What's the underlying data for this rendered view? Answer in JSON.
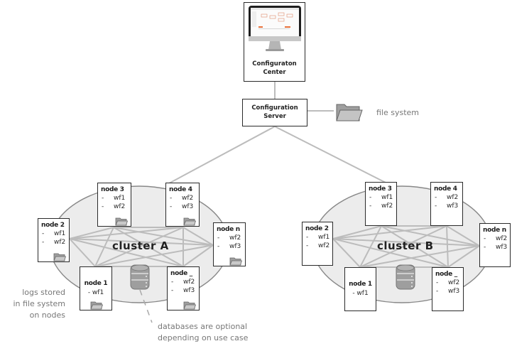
{
  "config_center": {
    "label_line1": "Configuraton",
    "label_line2": "Center",
    "icon": "monitor-icon"
  },
  "config_server": {
    "label_line1": "Configuration",
    "label_line2": "Server"
  },
  "file_system": {
    "label": "file system",
    "icon": "folder-icon"
  },
  "clusters": [
    {
      "name": "cluster A",
      "nodes": [
        {
          "title": "node 3",
          "items": [
            "wf1",
            "wf2"
          ],
          "has_folder": true
        },
        {
          "title": "node 4",
          "items": [
            "wf2",
            "wf3"
          ],
          "has_folder": true
        },
        {
          "title": "node 2",
          "items": [
            "wf1",
            "wf2"
          ],
          "has_folder": true
        },
        {
          "title": "node n",
          "items": [
            "wf2",
            "wf3"
          ],
          "has_folder": true
        },
        {
          "title": "node 1",
          "items": [
            "wf1"
          ],
          "has_folder": true
        },
        {
          "title": "node _",
          "items": [
            "wf2",
            "wf3"
          ],
          "has_folder": true
        }
      ]
    },
    {
      "name": "cluster B",
      "nodes": [
        {
          "title": "node 3",
          "items": [
            "wf1",
            "wf2"
          ],
          "has_folder": false
        },
        {
          "title": "node 4",
          "items": [
            "wf2",
            "wf3"
          ],
          "has_folder": false
        },
        {
          "title": "node 2",
          "items": [
            "wf1",
            "wf2"
          ],
          "has_folder": false
        },
        {
          "title": "node n",
          "items": [
            "wf2",
            "wf3"
          ],
          "has_folder": false
        },
        {
          "title": "node 1",
          "items": [
            "wf1"
          ],
          "has_folder": false
        },
        {
          "title": "node _",
          "items": [
            "wf2",
            "wf3"
          ],
          "has_folder": false
        }
      ]
    }
  ],
  "notes": {
    "logs": [
      "logs stored",
      "in file system",
      "on nodes"
    ],
    "databases": [
      "databases are optional",
      "depending on use case"
    ]
  },
  "colors": {
    "line": "#bcbcbc",
    "cluster_fill": "#ececec",
    "cluster_stroke": "#888888",
    "box_stroke": "#2a2a2a",
    "folder": "#a9a9a9",
    "db": "#9a9a9a",
    "note_text": "#777777"
  }
}
